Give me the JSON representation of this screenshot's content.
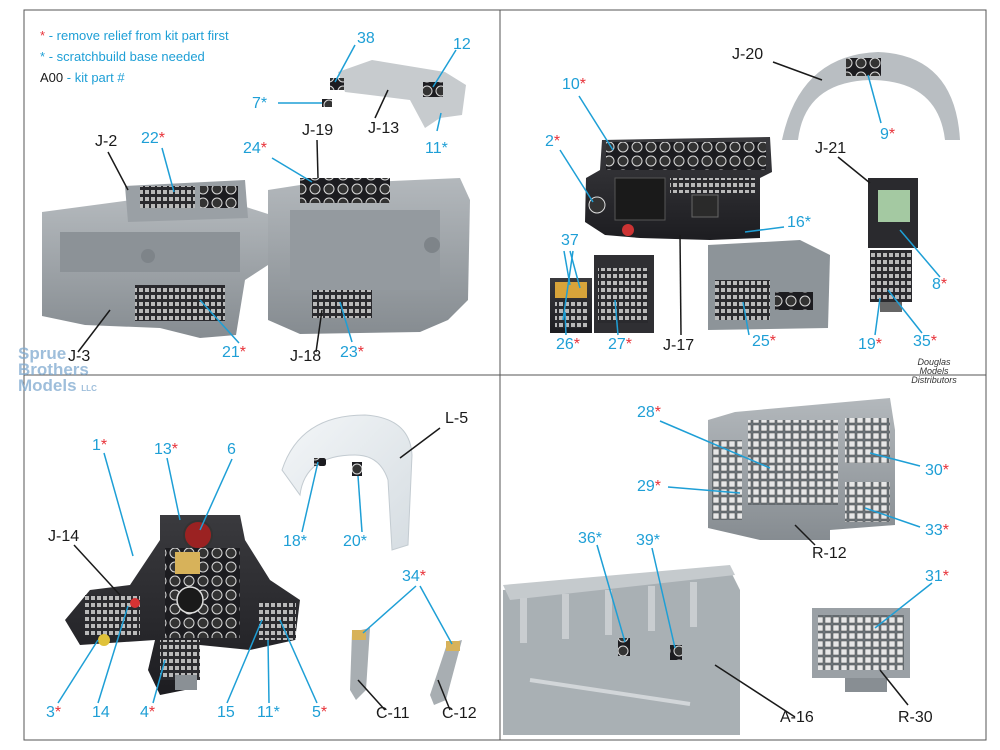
{
  "legend": {
    "red_star_text": "- remove relief from kit part first",
    "blue_star_text": "- scratchbuild base needed",
    "kit_part_key": "A00",
    "kit_part_text": "- kit part #"
  },
  "colors": {
    "callout": "#1e9fd6",
    "red_star": "#e8333a",
    "kit_part_label": "#1a1a1a",
    "panel_grey": "#9ea4a9",
    "border": "#555555"
  },
  "watermark": {
    "line1": "Sprue",
    "line2": "Brothers",
    "line3": "Models",
    "suffix": "LLC"
  },
  "brand_logo": {
    "line1": "Douglas",
    "line2": "Models",
    "line3": "Distributors"
  },
  "quadrants": {
    "top_left": {
      "callouts": [
        {
          "num": "38",
          "star": ""
        },
        {
          "num": "12",
          "star": ""
        },
        {
          "num": "7",
          "star": "*"
        },
        {
          "num": "11",
          "star": "*"
        },
        {
          "num": "22",
          "star": "*"
        },
        {
          "num": "24",
          "star": "*"
        },
        {
          "num": "21",
          "star": "*"
        },
        {
          "num": "23",
          "star": "*"
        }
      ],
      "kit_parts": [
        "J-13",
        "J-2",
        "J-19",
        "J-3",
        "J-18"
      ]
    },
    "top_right": {
      "callouts": [
        {
          "num": "10",
          "star": "*"
        },
        {
          "num": "2",
          "star": "*"
        },
        {
          "num": "9",
          "star": "*"
        },
        {
          "num": "37",
          "star": ""
        },
        {
          "num": "16",
          "star": "*"
        },
        {
          "num": "8",
          "star": "*"
        },
        {
          "num": "26",
          "star": "*"
        },
        {
          "num": "27",
          "star": "*"
        },
        {
          "num": "25",
          "star": "*"
        },
        {
          "num": "19",
          "star": "*"
        },
        {
          "num": "35",
          "star": "*"
        }
      ],
      "kit_parts": [
        "J-20",
        "J-21",
        "J-17"
      ]
    },
    "bottom_left": {
      "callouts": [
        {
          "num": "1",
          "star": "*"
        },
        {
          "num": "13",
          "star": "*"
        },
        {
          "num": "6",
          "star": ""
        },
        {
          "num": "18",
          "star": "*"
        },
        {
          "num": "20",
          "star": "*"
        },
        {
          "num": "34",
          "star": "*"
        },
        {
          "num": "3",
          "star": "*"
        },
        {
          "num": "14",
          "star": ""
        },
        {
          "num": "4",
          "star": "*"
        },
        {
          "num": "15",
          "star": ""
        },
        {
          "num": "11",
          "star": "*"
        },
        {
          "num": "5",
          "star": "*"
        }
      ],
      "kit_parts": [
        "L-5",
        "J-14",
        "C-11",
        "C-12"
      ]
    },
    "bottom_right": {
      "callouts": [
        {
          "num": "28",
          "star": "*"
        },
        {
          "num": "29",
          "star": "*"
        },
        {
          "num": "30",
          "star": "*"
        },
        {
          "num": "33",
          "star": "*"
        },
        {
          "num": "36",
          "star": "*"
        },
        {
          "num": "39",
          "star": "*"
        },
        {
          "num": "31",
          "star": "*"
        }
      ],
      "kit_parts": [
        "R-12",
        "A-16",
        "R-30"
      ]
    }
  }
}
